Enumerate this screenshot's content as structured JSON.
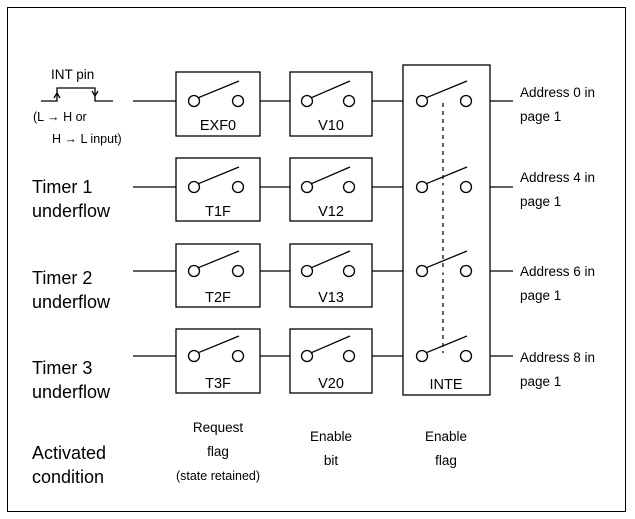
{
  "int_source": {
    "label": "INT pin",
    "note_line1": "(L → H or",
    "note_line2": "H → L input)"
  },
  "rows": [
    {
      "source_line1": "",
      "source_line2": "",
      "request_flag": "EXF0",
      "enable_bit": "V10",
      "dest_line1": "Address 0 in",
      "dest_line2": "page 1"
    },
    {
      "source_line1": "Timer 1",
      "source_line2": "underflow",
      "request_flag": "T1F",
      "enable_bit": "V12",
      "dest_line1": "Address 4 in",
      "dest_line2": "page 1"
    },
    {
      "source_line1": "Timer 2",
      "source_line2": "underflow",
      "request_flag": "T2F",
      "enable_bit": "V13",
      "dest_line1": "Address 6 in",
      "dest_line2": "page 1"
    },
    {
      "source_line1": "Timer 3",
      "source_line2": "underflow",
      "request_flag": "T3F",
      "enable_bit": "V20",
      "dest_line1": "Address 8 in",
      "dest_line2": "page 1"
    }
  ],
  "inte_label": "INTE",
  "footer": {
    "activated_line1": "Activated",
    "activated_line2": "condition",
    "request_line1": "Request",
    "request_line2": "flag",
    "request_line3": "(state retained)",
    "enable_bit_line1": "Enable",
    "enable_bit_line2": "bit",
    "enable_flag_line1": "Enable",
    "enable_flag_line2": "flag"
  }
}
